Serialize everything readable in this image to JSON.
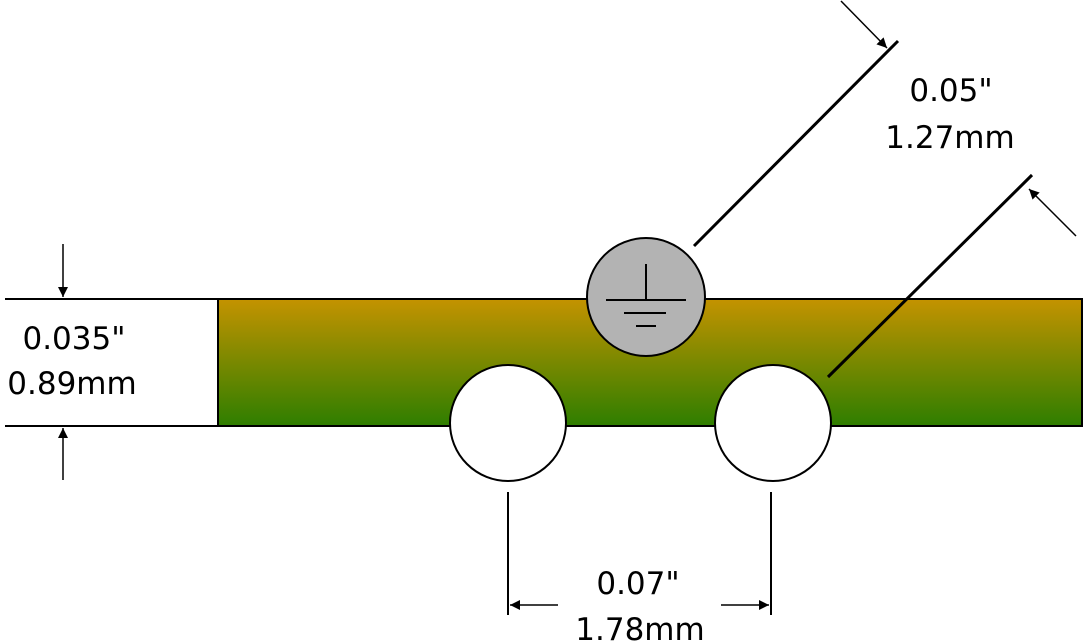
{
  "dimensions": {
    "thickness": {
      "inch": "0.035\"",
      "mm": "0.89mm"
    },
    "pitch": {
      "inch": "0.07\"",
      "mm": "1.78mm"
    },
    "ground_gap": {
      "inch": "0.05\"",
      "mm": "1.27mm"
    }
  },
  "colors": {
    "board_top": "#c49300",
    "board_bottom": "#2e7e00",
    "ground_fill": "#b3b3b3",
    "line": "#000000"
  },
  "icons": [
    "ground-symbol-icon"
  ]
}
